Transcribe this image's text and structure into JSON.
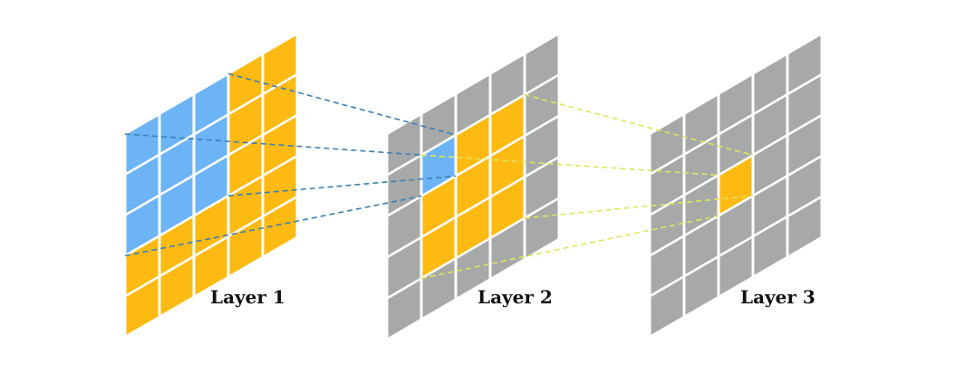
{
  "colors": {
    "blue": "#6CB4F5",
    "orange": "#FCBA12",
    "gray": "#A6A9A8",
    "blue_link": "#3C7FB3",
    "yellow_link": "#E4E35F",
    "background": "#FFFFFF",
    "gap": "#FFFFFF"
  },
  "layers": [
    {
      "label": "Layer 1",
      "grid": 5,
      "cells": [
        [
          "blue",
          "blue",
          "blue",
          "orange",
          "orange"
        ],
        [
          "blue",
          "blue",
          "blue",
          "orange",
          "orange"
        ],
        [
          "blue",
          "blue",
          "blue",
          "orange",
          "orange"
        ],
        [
          "orange",
          "orange",
          "orange",
          "orange",
          "orange"
        ],
        [
          "orange",
          "orange",
          "orange",
          "orange",
          "orange"
        ]
      ]
    },
    {
      "label": "Layer 2",
      "grid": 5,
      "cells": [
        [
          "gray",
          "gray",
          "gray",
          "gray",
          "gray"
        ],
        [
          "gray",
          "blue",
          "orange",
          "orange",
          "gray"
        ],
        [
          "gray",
          "orange",
          "orange",
          "orange",
          "gray"
        ],
        [
          "gray",
          "orange",
          "orange",
          "orange",
          "gray"
        ],
        [
          "gray",
          "gray",
          "gray",
          "gray",
          "gray"
        ]
      ]
    },
    {
      "label": "Layer 3",
      "grid": 5,
      "cells": [
        [
          "gray",
          "gray",
          "gray",
          "gray",
          "gray"
        ],
        [
          "gray",
          "gray",
          "gray",
          "gray",
          "gray"
        ],
        [
          "gray",
          "gray",
          "orange",
          "gray",
          "gray"
        ],
        [
          "gray",
          "gray",
          "gray",
          "gray",
          "gray"
        ],
        [
          "gray",
          "gray",
          "gray",
          "gray",
          "gray"
        ]
      ]
    }
  ],
  "connections": [
    {
      "from_layer": 0,
      "from_region": [
        0,
        0,
        3,
        3
      ],
      "to_layer": 1,
      "to_cell": [
        1,
        1
      ],
      "color": "blue_link"
    },
    {
      "from_layer": 1,
      "from_region": [
        1,
        1,
        3,
        3
      ],
      "to_layer": 2,
      "to_cell": [
        2,
        2
      ],
      "color": "yellow_link"
    }
  ]
}
